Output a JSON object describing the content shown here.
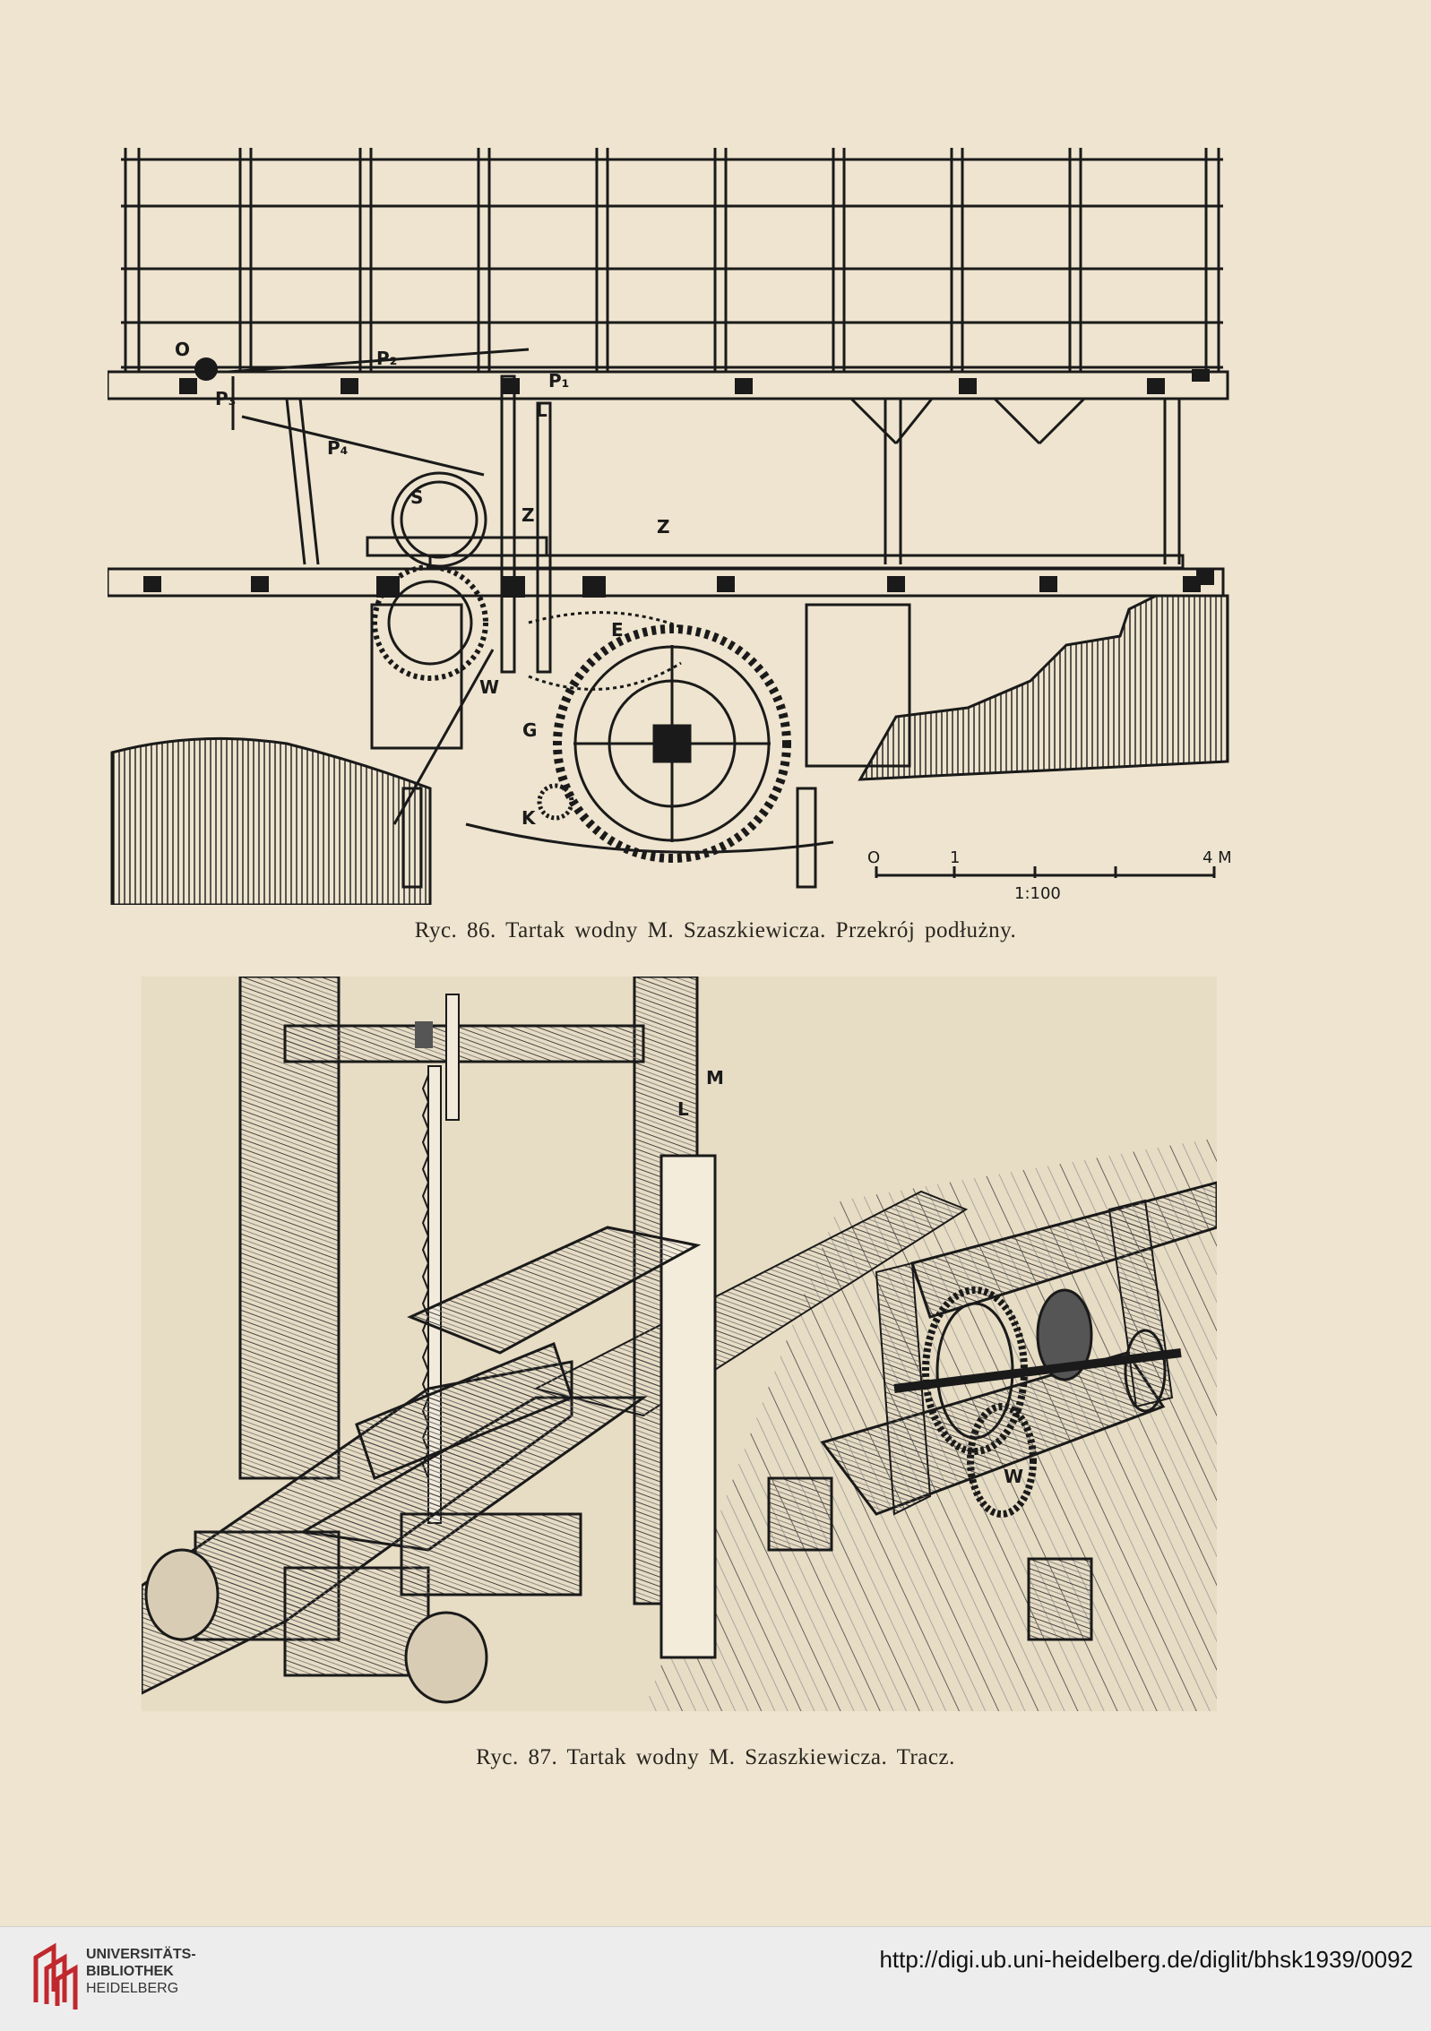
{
  "figure86": {
    "caption": "Ryc. 86. Tartak wodny M. Szaszkiewicza. Przekrój podłużny.",
    "labels": {
      "O": "O",
      "P2": "P₂",
      "P1": "P₁",
      "P3": "P₃",
      "P4": "P₄",
      "S": "S",
      "Z1": "Z",
      "Z2": "Z",
      "L": "L",
      "E": "E",
      "W": "W",
      "G": "G",
      "K": "K"
    },
    "scale": {
      "zero": "O",
      "one": "1",
      "four": "4 M",
      "ratio": "1:100"
    }
  },
  "figure87": {
    "caption": "Ryc. 87. Tartak wodny M. Szaszkiewicza. Tracz.",
    "labels": {
      "M": "M",
      "L": "L",
      "W": "W"
    }
  },
  "footer": {
    "logo_line1": "UNIVERSITÄTS-",
    "logo_line2": "BIBLIOTHEK",
    "logo_line3": "HEIDELBERG",
    "url": "http://digi.ub.uni-heidelberg.de/diglit/bhsk1939/0092"
  },
  "colors": {
    "paper": "#eee4cf",
    "ink": "#1a1a1a",
    "logo_red": "#c0282d"
  }
}
